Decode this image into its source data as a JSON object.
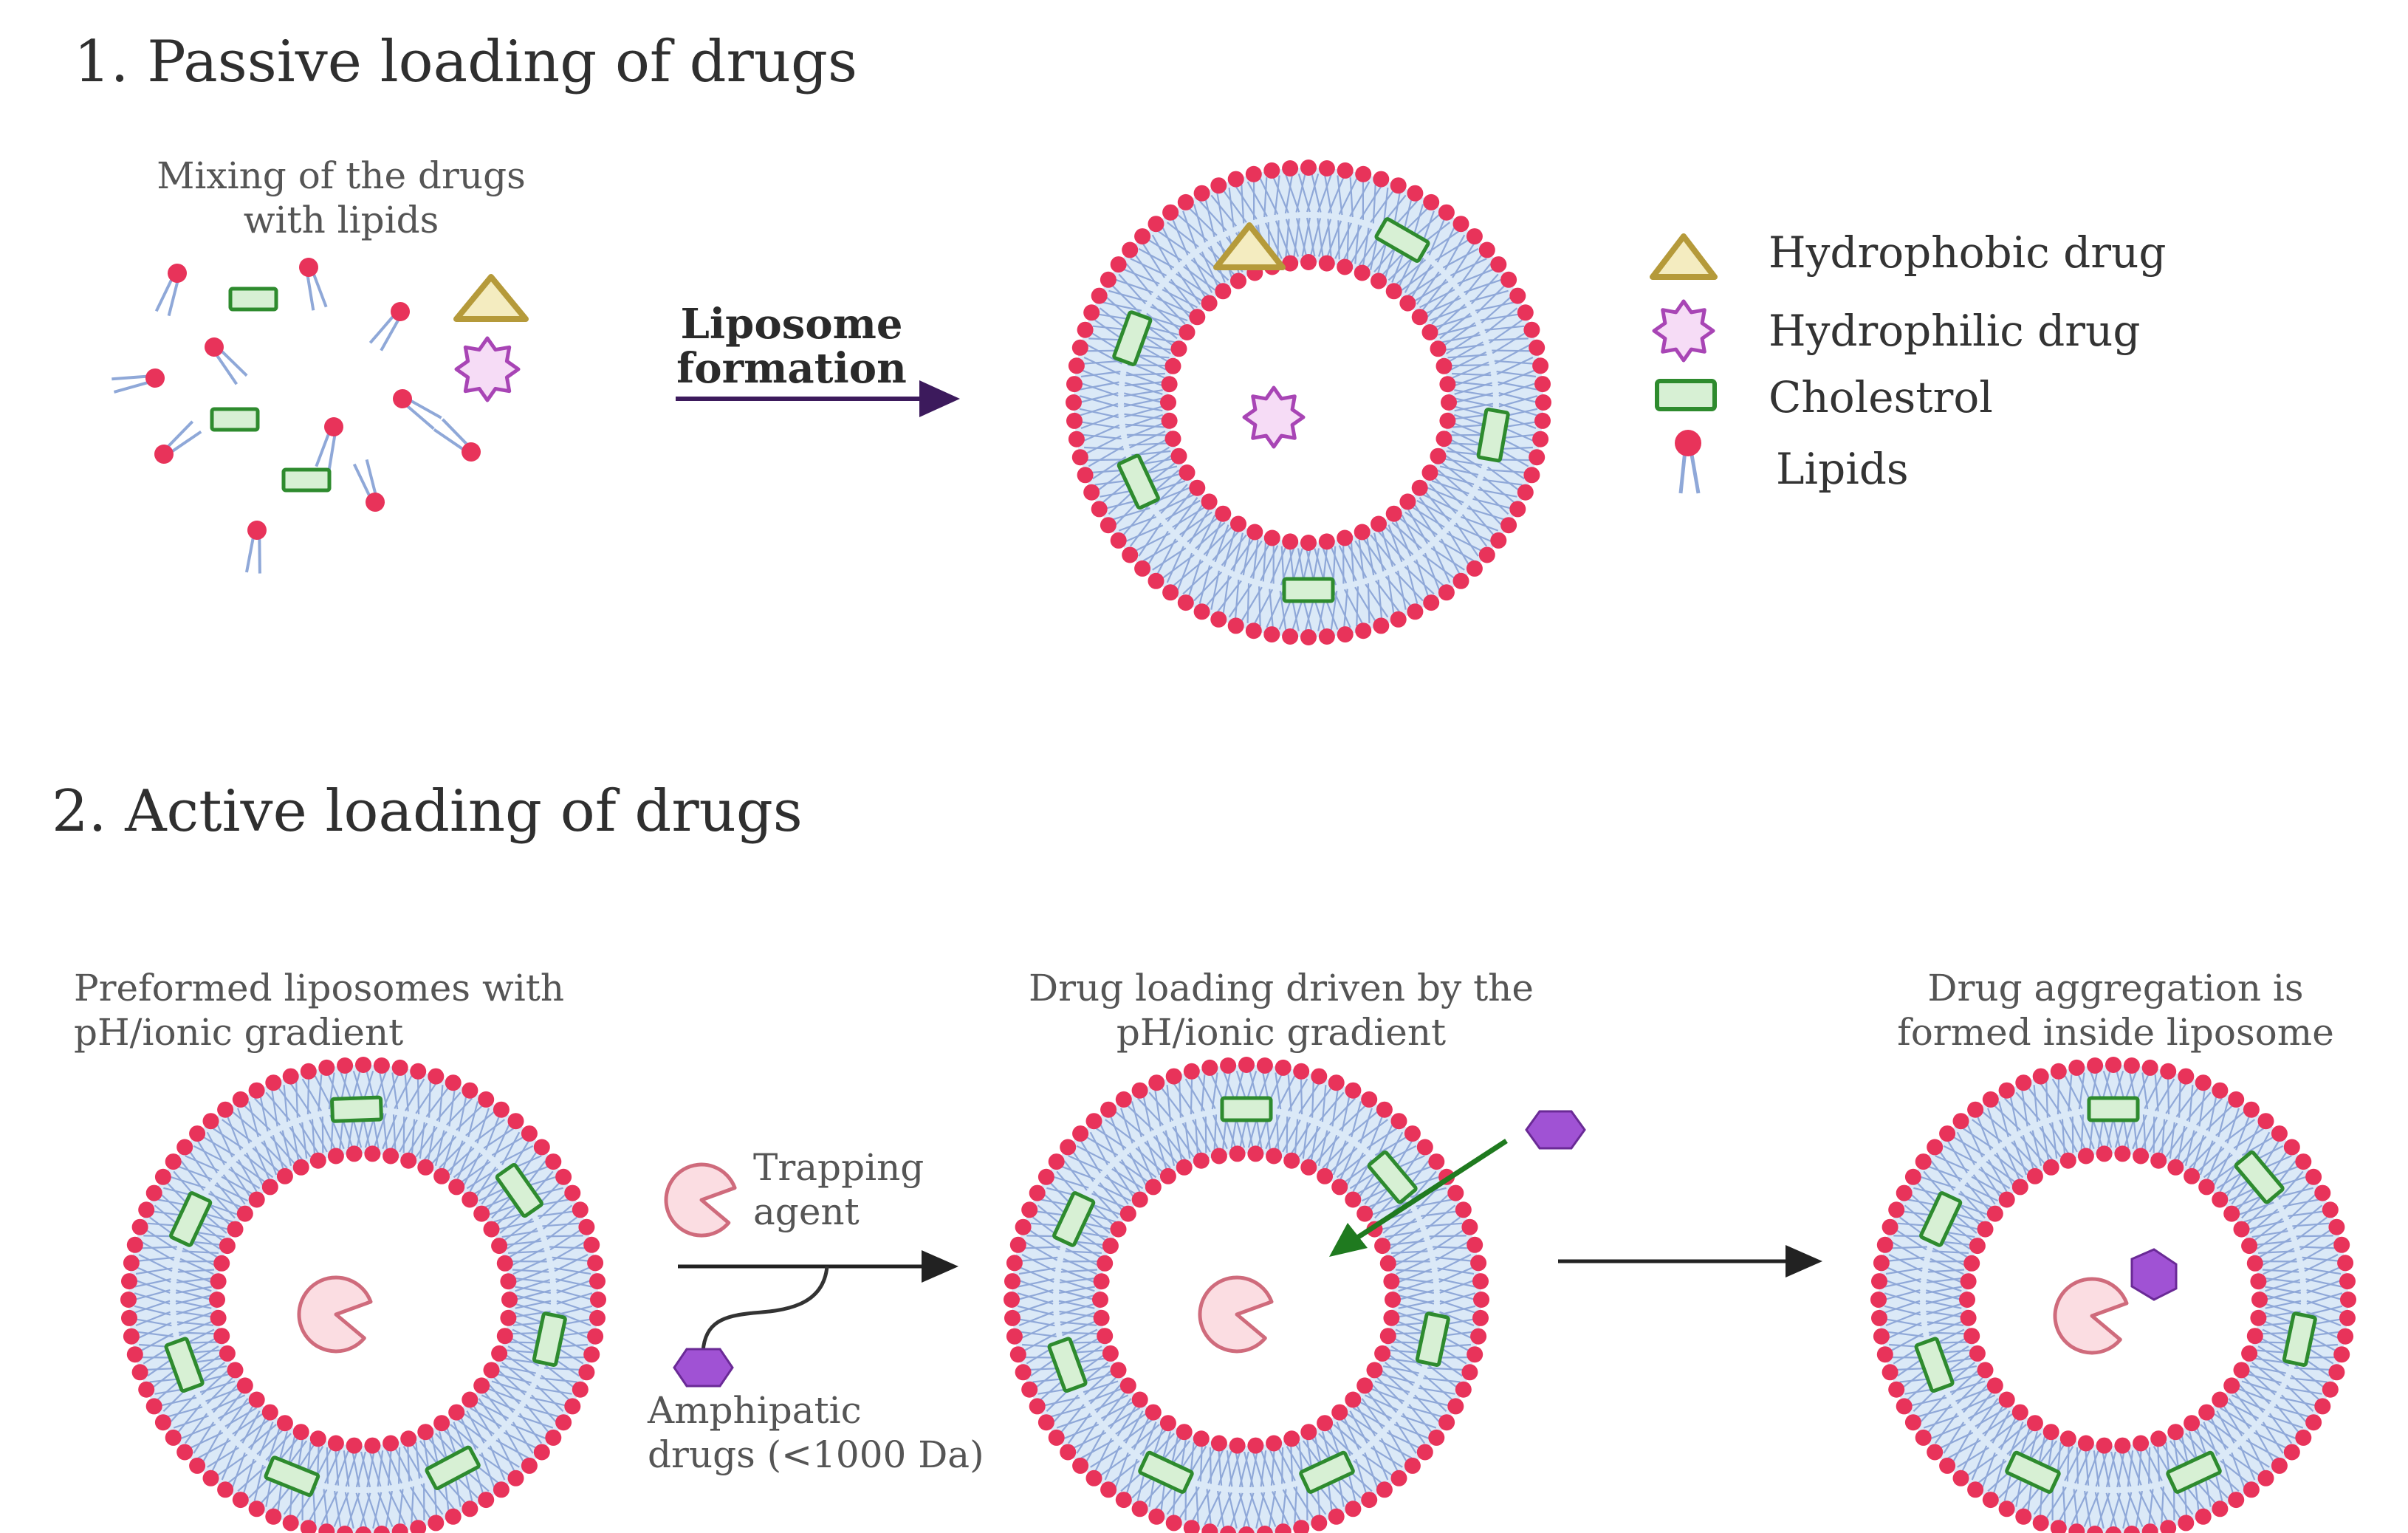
{
  "sections": {
    "passive_title": "1. Passive loading of drugs",
    "active_title": "2. Active loading of drugs"
  },
  "passive": {
    "mixing_label": [
      "Mixing of the drugs",
      "with lipids"
    ],
    "arrow_label": [
      "Liposome",
      "formation"
    ]
  },
  "legend": {
    "hydrophobic": "Hydrophobic drug",
    "hydrophilic": "Hydrophilic drug",
    "cholesterol": "Cholestrol",
    "lipids": "Lipids"
  },
  "active": {
    "stage1_label": [
      "Preformed liposomes with",
      "pH/ionic gradient"
    ],
    "stage2_label": [
      "Drug loading driven by the",
      "pH/ionic gradient"
    ],
    "stage3_label": [
      "Drug aggregation is",
      "formed inside liposome"
    ],
    "trapping_label": [
      "Trapping",
      "agent"
    ],
    "amphipatic_label": [
      "Amphipatic",
      "drugs (<1000 Da)"
    ]
  },
  "colors": {
    "lipid_head": "#e8335a",
    "membrane_fill": "#dbe9f7",
    "tail": "#8fa8d8",
    "cholesterol_fill": "#d7f0d4",
    "cholesterol_stroke": "#2e8b2e",
    "hydrophobic_fill": "#f4ecc0",
    "hydrophobic_stroke": "#b59a3a",
    "hydrophilic_fill": "#f6dcf6",
    "hydrophilic_stroke": "#a845b5",
    "trapping_fill": "#fbdde2",
    "trapping_stroke": "#cf6b7c",
    "amphipatic_fill": "#a052d4",
    "arrow_purple": "#3c1a5c",
    "arrow_green": "#1f7a1f"
  },
  "icons": [
    "hydrophobic-drug-icon",
    "hydrophilic-drug-icon",
    "cholesterol-icon",
    "lipid-icon",
    "trapping-agent-icon",
    "amphipatic-drug-icon"
  ]
}
